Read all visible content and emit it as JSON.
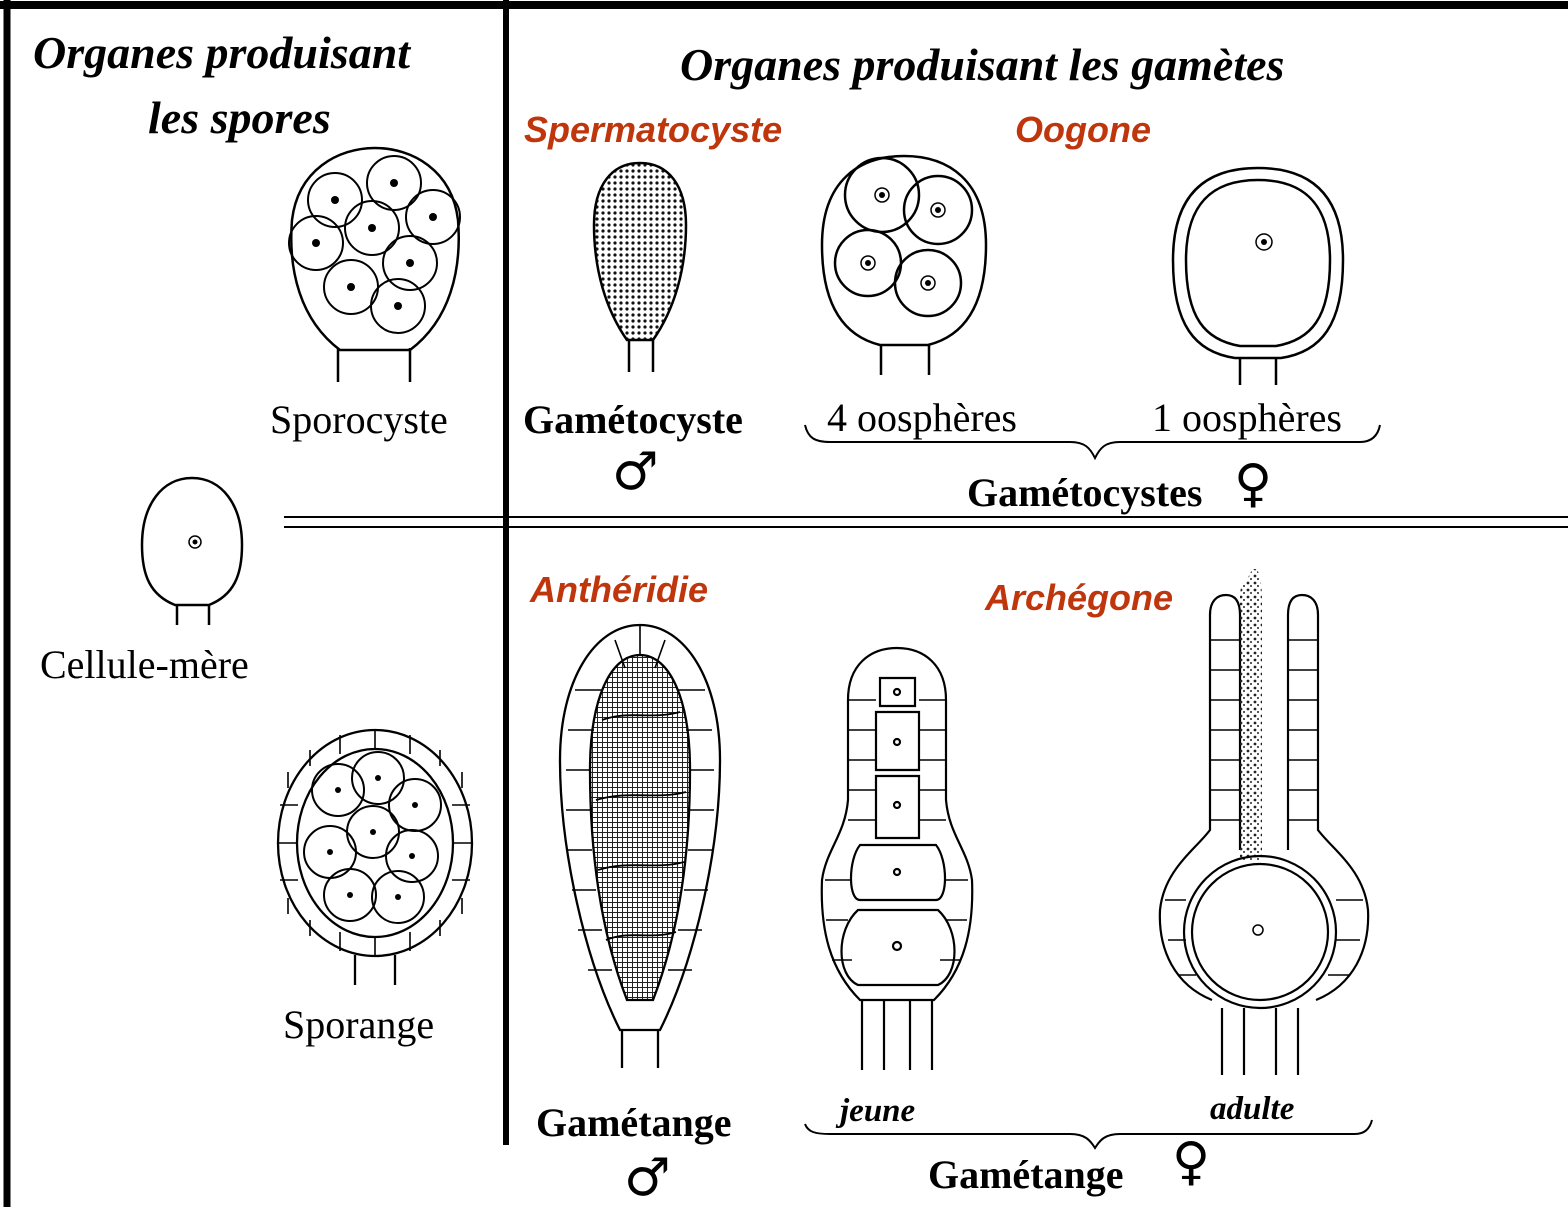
{
  "colors": {
    "label_red": "#c0360c",
    "line": "#000000"
  },
  "headers": {
    "spores": [
      "Organes produisant",
      "les spores"
    ],
    "gametes": "Organes produisant les gamètes"
  },
  "top_row": {
    "spermatocyste": "Spermatocyste",
    "oogone": "Oogone",
    "sporocyste": "Sporocyste",
    "gametocyste_male": "Gamétocyste",
    "male_symbol": "♂",
    "oospheres_4": "4 oosphères",
    "oospheres_1": "1 oosphères",
    "gametocystes_female": "Gamétocystes",
    "female_symbol": "♀"
  },
  "middle": {
    "cellule_mere": "Cellule-mère"
  },
  "bottom_row": {
    "antheridie": "Anthéridie",
    "archegone": "Archégone",
    "sporange": "Sporange",
    "gametange_male": "Gamétange",
    "male_symbol": "♂",
    "jeune": "jeune",
    "adulte": "adulte",
    "gametange_female": "Gamétange",
    "female_symbol": "♀"
  },
  "icons": [
    "sporocyst-illustration",
    "spermatocyst-illustration",
    "oogonium-4-illustration",
    "oogonium-1-illustration",
    "mother-cell-illustration",
    "sporangium-illustration",
    "antheridium-illustration",
    "archegonium-young-illustration",
    "archegonium-adult-illustration"
  ]
}
